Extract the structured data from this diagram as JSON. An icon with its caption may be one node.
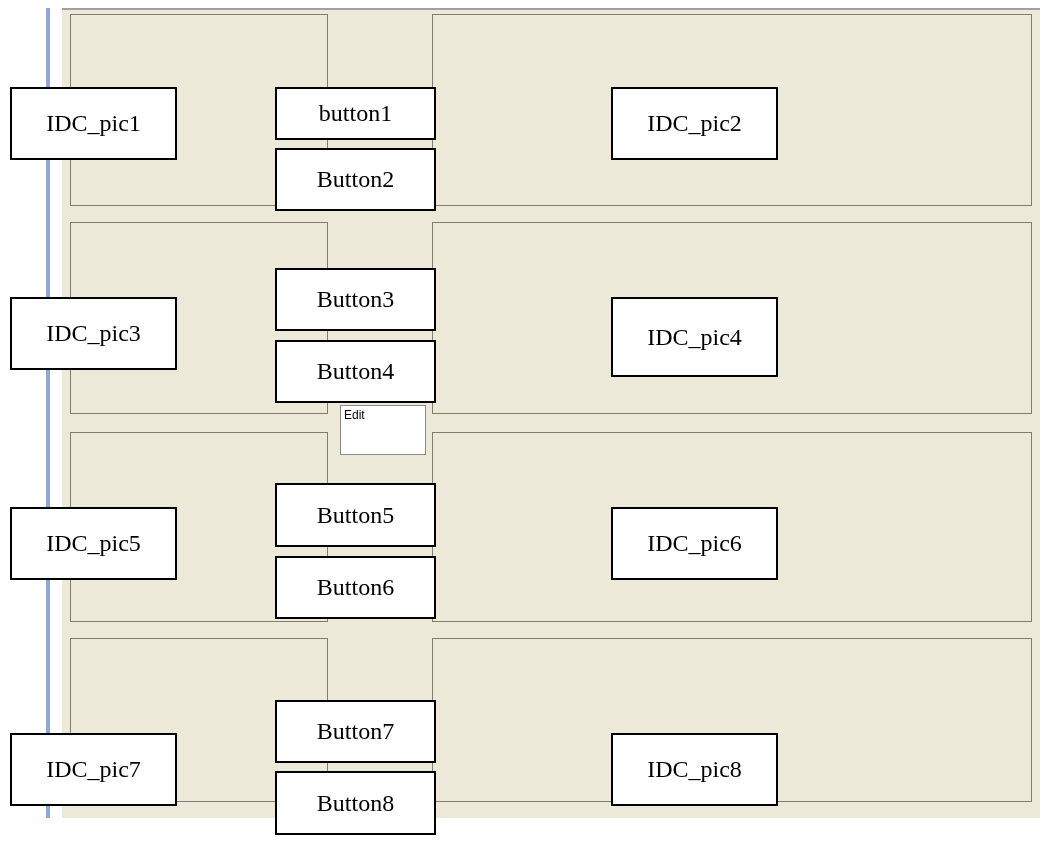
{
  "diagram": {
    "nodes": [
      {
        "text": [
          "IDC_pic1"
        ]
      },
      {
        "text": [
          "button1"
        ]
      },
      {
        "text": [
          "Button2"
        ]
      },
      {
        "text": [
          "IDC_pic2"
        ]
      },
      {
        "text": [
          "IDC_pic3"
        ]
      },
      {
        "text": [
          "Button3"
        ]
      },
      {
        "text": [
          "Button4"
        ]
      },
      {
        "text": [
          "IDC_pic4"
        ]
      },
      {
        "text": [
          "IDC_pic5"
        ]
      },
      {
        "text": [
          "Button5"
        ]
      },
      {
        "text": [
          "Button6"
        ]
      },
      {
        "text": [
          "IDC_pic6"
        ]
      },
      {
        "text": [
          "IDC_pic7"
        ]
      },
      {
        "text": [
          "Button7"
        ]
      },
      {
        "text": [
          "Button8"
        ]
      },
      {
        "text": [
          "IDC_pic8"
        ]
      }
    ],
    "labels": [
      "Edit"
    ]
  }
}
